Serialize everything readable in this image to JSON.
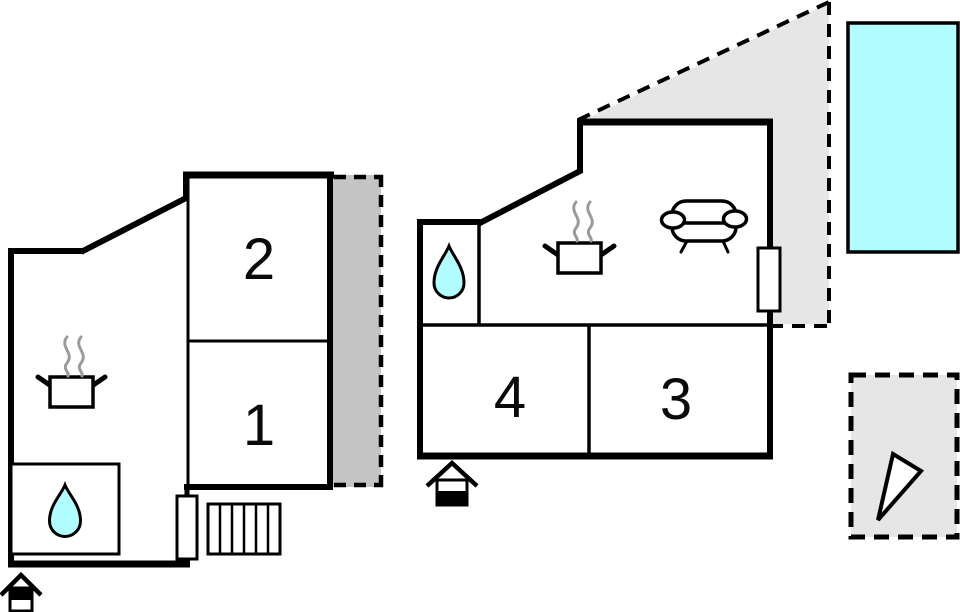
{
  "plan": {
    "title": "holiday-home-floor-plan",
    "rooms": {
      "room1": "1",
      "room2": "2",
      "room3": "3",
      "room4": "4"
    },
    "colors": {
      "water": "#b2fdff",
      "wall": "#000000",
      "balcony": "#c4c4c4",
      "terrace": "#e6e6e6",
      "steam": "#9a9a9a",
      "background": "#ffffff"
    },
    "icons": {
      "kitchen": "cooking-pot-with-steam",
      "bathroom": "water-drop",
      "living": "sofa",
      "entrance": "house-marker",
      "pool": "swimming-pool",
      "stairs": "staircase",
      "compass": "direction-triangle"
    }
  }
}
